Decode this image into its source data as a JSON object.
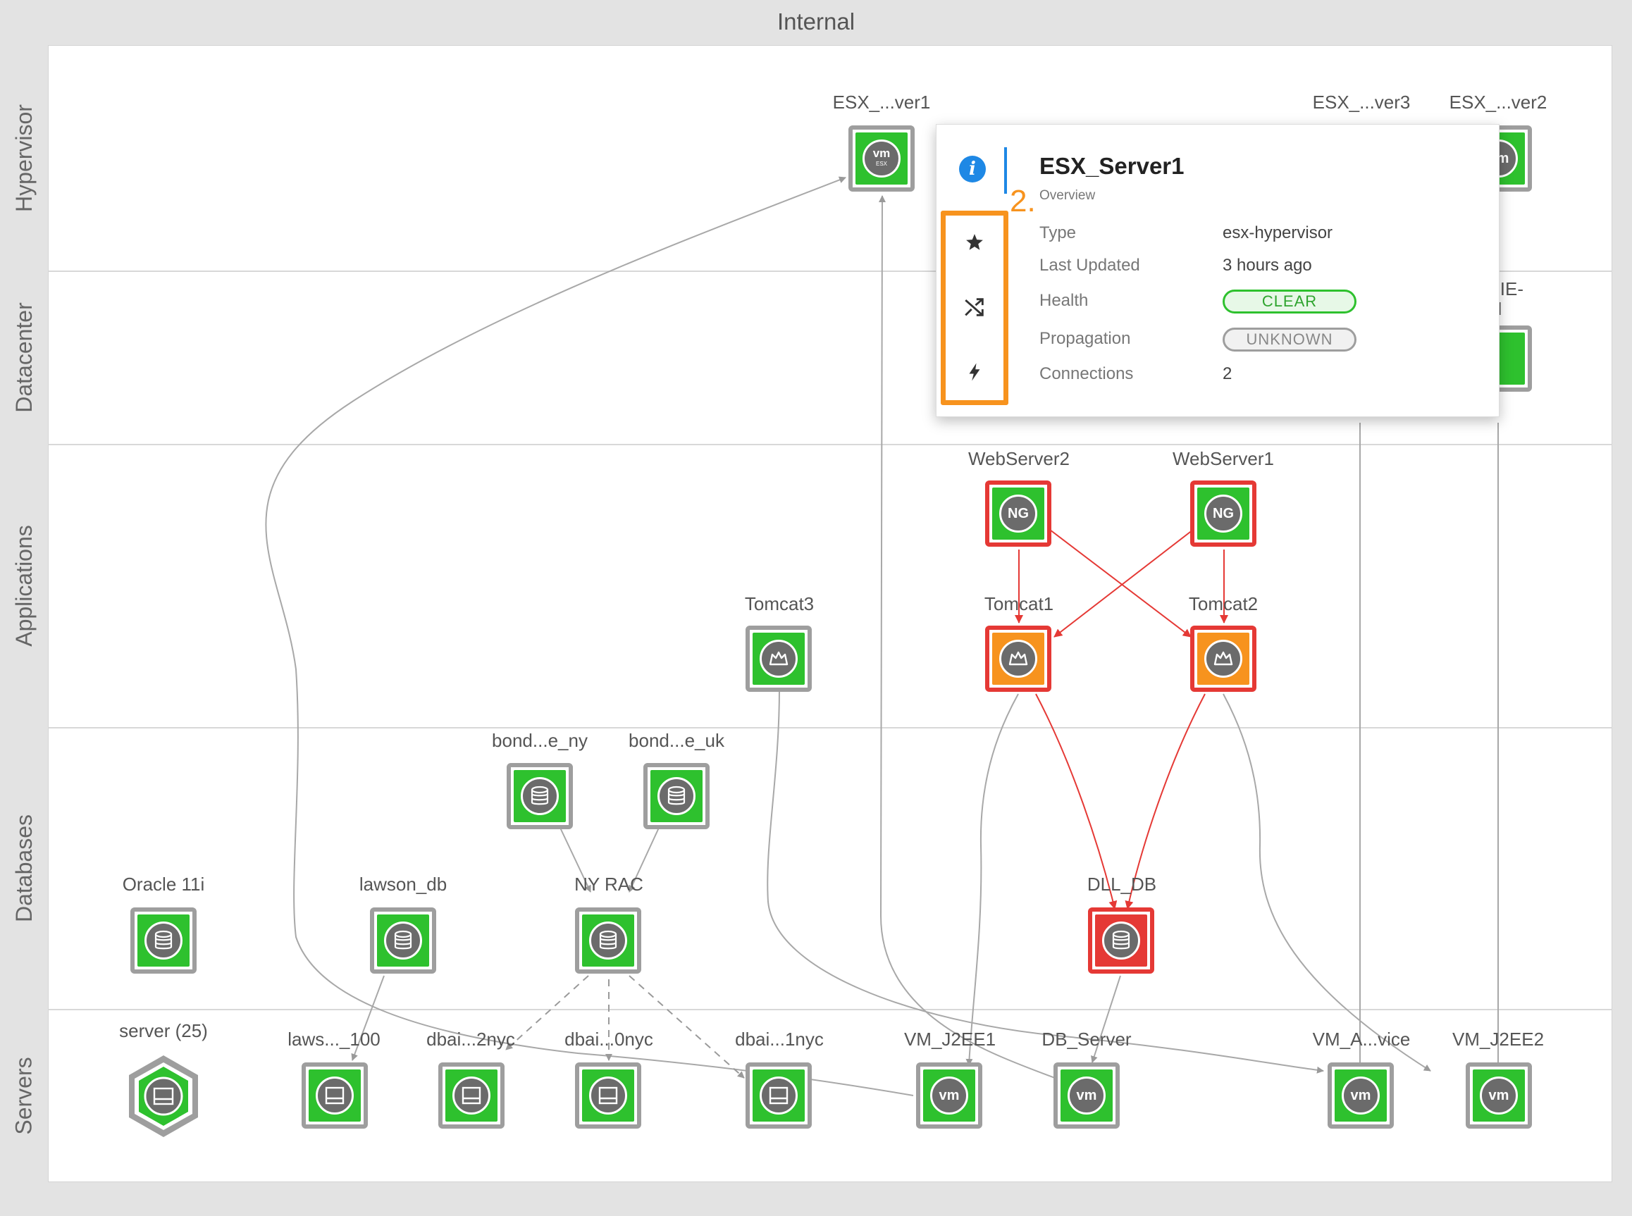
{
  "frame": {
    "title": "Internal"
  },
  "lanes": [
    "Hypervisor",
    "Datacenter",
    "Applications",
    "Databases",
    "Servers"
  ],
  "partial_labels": {
    "behind_popup": "NIE-\nM"
  },
  "nodes": {
    "esx_ver1": "ESX_...ver1",
    "esx_ver3": "ESX_...ver3",
    "esx_ver2": "ESX_...ver2",
    "webserver2": "WebServer2",
    "webserver1": "WebServer1",
    "tomcat3": "Tomcat3",
    "tomcat1": "Tomcat1",
    "tomcat2": "Tomcat2",
    "bond_ny": "bond...e_ny",
    "bond_uk": "bond...e_uk",
    "oracle": "Oracle 11i",
    "lawson_db": "lawson_db",
    "ny_rac": "NY RAC",
    "dll_db": "DLL_DB",
    "server25": "server (25)",
    "laws_100": "laws..._100",
    "dbai_2nyc": "dbai...2nyc",
    "dbai_0nyc": "dbai...0nyc",
    "dbai_1nyc": "dbai...1nyc",
    "vm_j2ee1": "VM_J2EE1",
    "db_server": "DB_Server",
    "vm_avice": "VM_A...vice",
    "vm_j2ee2": "VM_J2EE2"
  },
  "icon_text": {
    "vm": "vm",
    "ng": "NG",
    "esx": "ESX"
  },
  "popup": {
    "title": "ESX_Server1",
    "subtitle": "Overview",
    "step": "2.",
    "properties": {
      "type_label": "Type",
      "type_value": "esx-hypervisor",
      "updated_label": "Last Updated",
      "updated_value": "3 hours ago",
      "health_label": "Health",
      "health_value": "CLEAR",
      "propagation_label": "Propagation",
      "propagation_value": "UNKNOWN",
      "connections_label": "Connections",
      "connections_value": "2"
    }
  },
  "colors": {
    "healthy": "#2ec12e",
    "warning": "#f7931e",
    "critical": "#e53935",
    "highlight": "#f7931e",
    "info": "#1e88e5"
  }
}
